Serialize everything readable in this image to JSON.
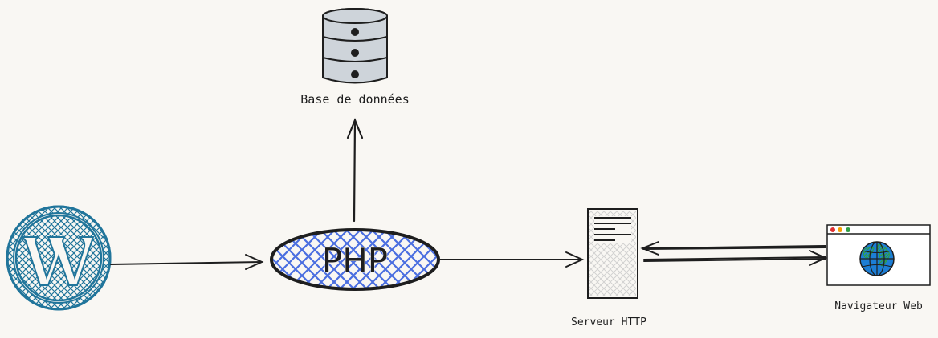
{
  "nodes": {
    "database": {
      "label": "Base de données",
      "icon": "database-icon"
    },
    "php": {
      "label": "PHP"
    },
    "wordpress": {
      "icon": "wordpress-logo-icon"
    },
    "http_server": {
      "label": "Serveur HTTP",
      "icon": "server-icon"
    },
    "web_browser": {
      "label": "Navigateur Web",
      "icon": "browser-window-icon",
      "inner_icon": "globe-icon"
    }
  },
  "edges": [
    {
      "from": "wordpress",
      "to": "php"
    },
    {
      "from": "php",
      "to": "database"
    },
    {
      "from": "php",
      "to": "http_server"
    },
    {
      "from": "web_browser",
      "to": "http_server"
    },
    {
      "from": "http_server",
      "to": "web_browser"
    }
  ],
  "colors": {
    "stroke": "#1e1e1e",
    "background": "#f9f7f3",
    "wordpress_blue": "#21759b",
    "php_hatch": "#4a6ee0",
    "database_fill": "#ced4da",
    "globe_blue": "#1c7ed6",
    "globe_green": "#2f9e44",
    "dot_red": "#e03131",
    "dot_yellow": "#f59f00",
    "dot_green": "#2f9e44"
  }
}
